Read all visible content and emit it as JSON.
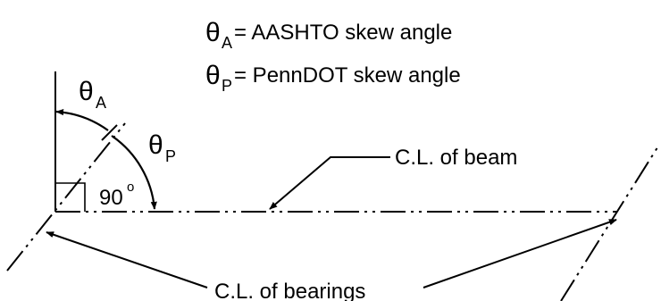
{
  "legend": {
    "aashto": {
      "symbol": "θ",
      "subscript": "A",
      "text": "= AASHTO skew angle"
    },
    "penndot": {
      "symbol": "θ",
      "subscript": "P",
      "text": "= PennDOT skew angle"
    }
  },
  "angles": {
    "theta_a": {
      "symbol": "θ",
      "subscript": "A"
    },
    "theta_p": {
      "symbol": "θ",
      "subscript": "P"
    },
    "right_angle": {
      "value": "90",
      "unit": "o"
    }
  },
  "labels": {
    "beam": "C.L. of beam",
    "bearings": "C.L. of bearings"
  },
  "colors": {
    "ink": "#000000",
    "background": "#ffffff"
  }
}
